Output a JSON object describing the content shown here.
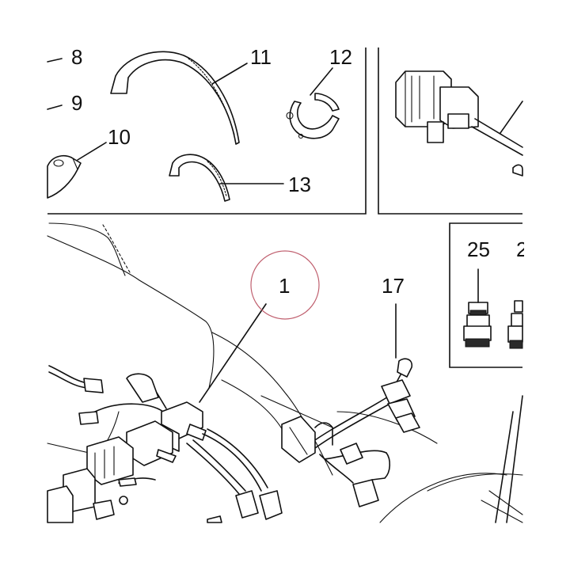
{
  "callouts": {
    "c1": "1",
    "c8": "8",
    "c9": "9",
    "c10": "10",
    "c11": "11",
    "c12": "12",
    "c13": "13",
    "c17": "17",
    "c25": "25",
    "c26_partial": "2"
  },
  "highlight_color": "#c0606f",
  "line_color": "#111111"
}
